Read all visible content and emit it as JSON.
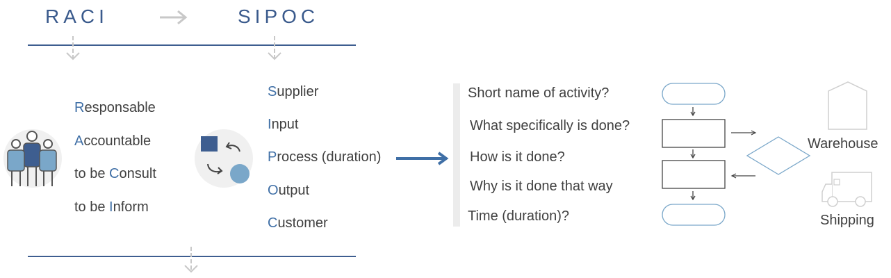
{
  "header": {
    "left_title": "RACI",
    "right_title": "SIPOC",
    "arrow_icon": "arrow-right-icon"
  },
  "colors": {
    "accent_blue": "#3f6fa6",
    "header_blue": "#3a5a8c",
    "line_blue": "#3e5e90",
    "gray": "#c8c8c8"
  },
  "raci": {
    "icon": "people-group-icon",
    "items": [
      {
        "first": "R",
        "rest": "esponsable"
      },
      {
        "first": "A",
        "rest": "ccountable"
      },
      {
        "pre": "to be ",
        "first": "C",
        "rest": "onsult"
      },
      {
        "pre": "to be ",
        "first": "I",
        "rest": "nform"
      }
    ]
  },
  "sipoc": {
    "icon": "shapes-exchange-icon",
    "items": [
      {
        "first": "S",
        "rest": "upplier"
      },
      {
        "first": "I",
        "rest": "nput"
      },
      {
        "first": "P",
        "rest": "rocess (duration)"
      },
      {
        "first": "O",
        "rest": "utput"
      },
      {
        "first": "C",
        "rest": "ustomer"
      }
    ]
  },
  "questions": [
    "Short name of activity?",
    "What specifically is done?",
    "How is it done?",
    "Why is it done that way",
    "Time (duration)?"
  ],
  "flow": {
    "warehouse_label": "Warehouse",
    "shipping_label": "Shipping",
    "warehouse_icon": "warehouse-icon",
    "shipping_icon": "truck-icon"
  }
}
